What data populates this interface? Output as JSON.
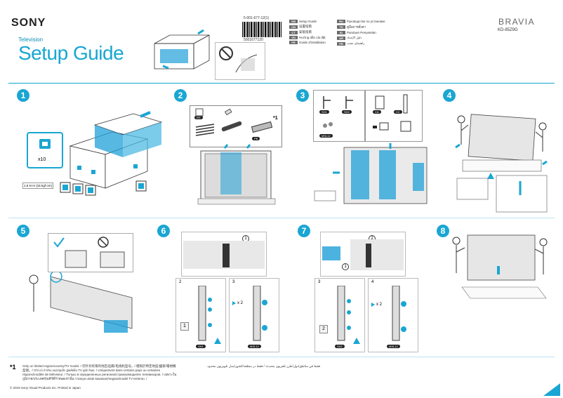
{
  "header": {
    "brand": "SONY",
    "subtitle": "Television",
    "title": "Setup Guide",
    "doc_number": "5-001-677-12(1)",
    "barcode_number": "5001677120",
    "product_brand": "BRAVIA",
    "model": "KD-85Z9G"
  },
  "languages_left": [
    {
      "code": "GB",
      "label": "Setup Guide"
    },
    {
      "code": "CN",
      "label": "设置指南"
    },
    {
      "code": "CT",
      "label": "安裝指南"
    },
    {
      "code": "VN",
      "label": "Hướng dẫn cài đặt"
    },
    {
      "code": "FR",
      "label": "Guide d'installation"
    }
  ],
  "languages_right": [
    {
      "code": "RU",
      "label": "Руководство по установке"
    },
    {
      "code": "TH",
      "label": "คู่มือการตั้งค่า"
    },
    {
      "code": "ID",
      "label": "Panduan Penyetelan"
    },
    {
      "code": "AR",
      "label": "دليل الإعداد"
    },
    {
      "code": "PR",
      "label": "راهنمای نصب"
    }
  ],
  "steps": [
    "1",
    "2",
    "3",
    "4",
    "5",
    "6",
    "7",
    "8"
  ],
  "step1": {
    "multiplier": "x10",
    "torque": "1.5 N·m {15 kgf·cm}"
  },
  "step2": {
    "footnote_mark": "*1",
    "labels": [
      "RS",
      "PB"
    ]
  },
  "step3": {
    "labels": [
      "SH1",
      "SH2",
      "MSL12",
      "CA",
      "CC"
    ]
  },
  "step6": {
    "sub_steps": [
      "1",
      "2",
      "3"
    ],
    "multiplier": "x 2",
    "labels": [
      "SH1",
      "MSL12"
    ],
    "part_no": "1"
  },
  "step7": {
    "sub_steps": [
      "1",
      "2",
      "3",
      "4"
    ],
    "multiplier": "x 2",
    "labels": [
      "SH2",
      "MSL12"
    ],
    "part_no": "2"
  },
  "footer": {
    "mark": "*1",
    "note": "Only on limited region/country/TV model. / 仅针对有限的地区/国家/电视机型号。/ 僅限於特定地區/國家/電視機型號。/ Chỉ có ở khu vực/quốc gia/kiểu TV giới hạn. / Uniquement dans certains pays ou certaines régions/modèle de téléviseur. / Только в определенных регионах/странах/моделях телевизоров. / เฉพาะในภูมิภาค/ประเทศ/รุ่นทีวีที่กำหนดเท่านั้น / Hanya untuk kawasan/negara/model TV tertentu. /",
    "note_arabic": "فقط في مناطق/دول/طرز تلفزيون محددة. / فقط در منطقه/کشور/مدل تلویزیون محدود.",
    "copyright": "© 2019 Sony Visual Products Inc.   Printed in Japan"
  },
  "colors": {
    "accent": "#1aa6d3",
    "title": "#16a7d2"
  }
}
